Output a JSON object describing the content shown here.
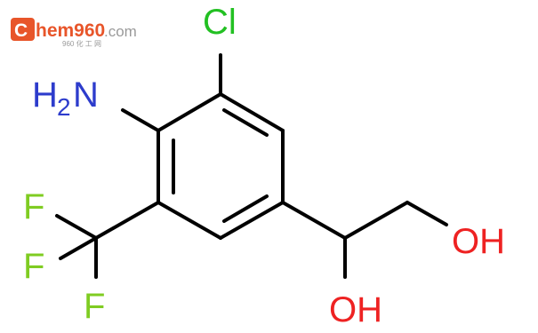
{
  "logo": {
    "text_c": "C",
    "text_rest": "hem960",
    "text_tld": ".com",
    "tagline": "960 化 工 网",
    "color_primary": "#e8552a",
    "color_secondary": "#9a9a9a"
  },
  "molecule": {
    "atoms": {
      "cl": "Cl",
      "amino_main": "H",
      "amino_sub": "2",
      "amino_n": "N",
      "f1": "F",
      "f2": "F",
      "f3": "F",
      "oh_primary": "OH",
      "oh_secondary": "OH"
    },
    "colors": {
      "bond": "#000000",
      "nitrogen": "#2d3ccc",
      "chlorine": "#22c022",
      "fluorine": "#7fcc22",
      "oxygen": "#ee2222"
    }
  }
}
